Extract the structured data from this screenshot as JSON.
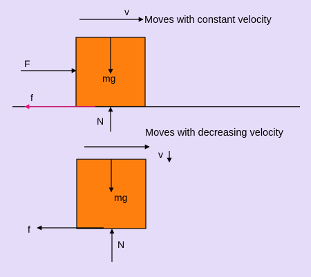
{
  "colors": {
    "background": "#e5dcfa",
    "block_fill": "#ff7f0e",
    "outline": "#000000",
    "friction_top": "#e8127a"
  },
  "scene_top": {
    "caption": "Moves with constant velocity",
    "velocity_label": "v",
    "applied_force_label": "F",
    "weight_label": "mg",
    "normal_label": "N",
    "friction_label": "f"
  },
  "scene_bottom": {
    "caption": "Moves with decreasing velocity",
    "velocity_label": "v",
    "decreasing_indicator": "down-arrow-icon",
    "weight_label": "mg",
    "normal_label": "N",
    "friction_label": "f"
  }
}
